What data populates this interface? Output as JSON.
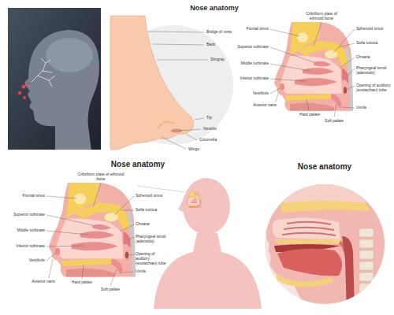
{
  "diagram": {
    "title": "Nose anatomy",
    "labels": [
      "Bridge of nose",
      "Back",
      "Slingray",
      "Tip",
      "Nostrils",
      "Columella",
      "Wings",
      "Frontal sinus",
      "Cribriform plate of ethmoid bone",
      "Sphenoid sinus",
      "Superior turbinate",
      "Sella turcica",
      "Middle turbinate",
      "Choana",
      "Inferior turbinate",
      "Pharyngeal tonsil (adenoids)",
      "Vestibule",
      "Opening of auditory (eustachian) tube",
      "Anterior naris",
      "Hard palate",
      "Uvula",
      "Soft palate",
      "Nose anatomy",
      "Nose anatomy",
      "Frontal sinus",
      "Cribriform plate of ethmoid bone",
      "Sphenoid sinus",
      "Superior turbinate",
      "Sella turcica",
      "Middle turbinate",
      "Choana",
      "Inferior turbinate",
      "Pharyngeal tonsil (adenoids)",
      "Vestibule",
      "Opening of auditory (eustachian) tube",
      "Anterior naris",
      "Hard palate",
      "Uvula",
      "Soft palate"
    ]
  }
}
